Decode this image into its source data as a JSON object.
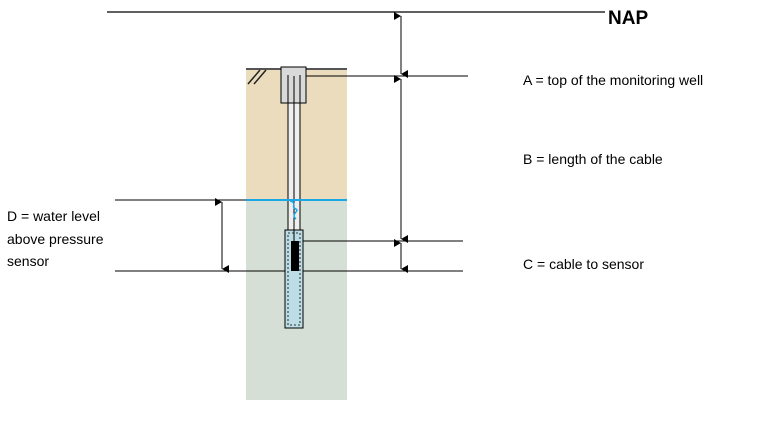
{
  "labels": {
    "nap": "NAP",
    "a": "A = top of the monitoring well",
    "b": "B = length of the cable",
    "c": "C = cable to sensor",
    "d_line1": "D = water level",
    "d_line2": "above pressure",
    "d_line3": "sensor"
  },
  "colors": {
    "dry_soil": "#eadcbd",
    "wet_soil": "#d6dfd6",
    "water_line": "#1aa7e6",
    "screen_fill": "#bcdde6",
    "cap_fill": "#d9d9d9",
    "sensor": "#000000"
  }
}
